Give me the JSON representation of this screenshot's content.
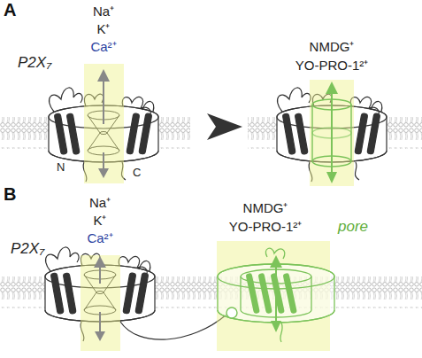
{
  "diagram": {
    "labels": [
      "A",
      "Na⁺",
      "K⁺",
      "Ca²⁺",
      "P2X₇",
      "N",
      "C",
      "NMDG⁺",
      "YO-PRO-1²⁺",
      "B",
      "Na⁺",
      "K⁺",
      "Ca²⁺",
      "P2X₇",
      "NMDG⁺",
      "YO-PRO-1²⁺",
      "pore"
    ]
  }
}
